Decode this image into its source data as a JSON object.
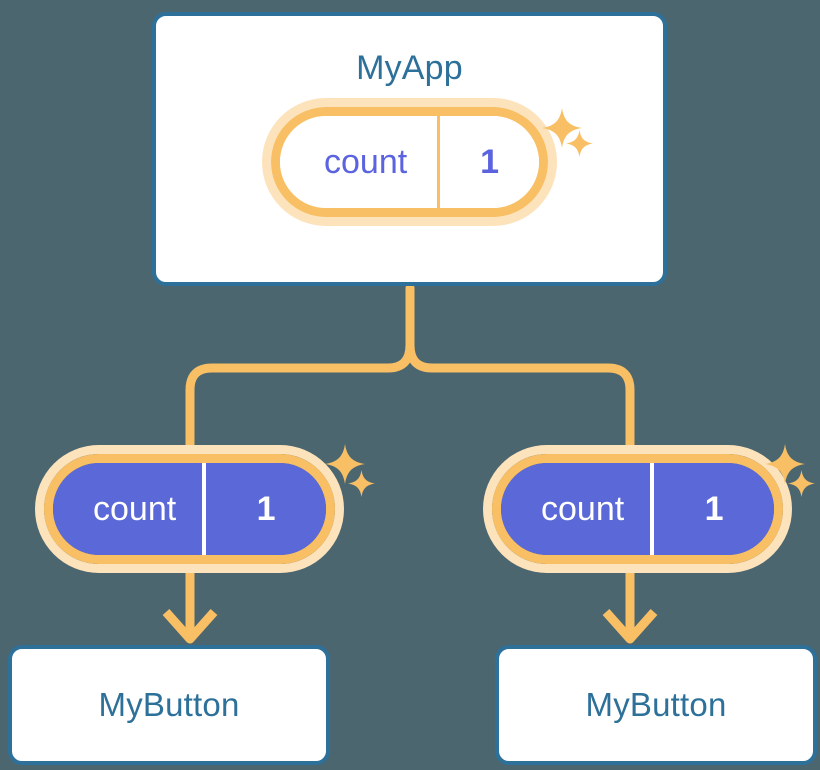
{
  "background_color": "#4c6670",
  "palette": {
    "card_border_blue": "#2d7099",
    "title_blue": "#2d7099",
    "pill_ring_orange": "#f8bf64",
    "pill_glow_orange": "#fde3bb",
    "pill_fill_purple": "#5b68d8",
    "pill_text_purple": "#5b63e0",
    "wire_orange": "#f8bf64",
    "card_fill_white": "#ffffff"
  },
  "diagram": {
    "type": "component-state-tree",
    "root": {
      "title": "MyApp",
      "state_pill": {
        "key": "count",
        "value": "1",
        "style": "light",
        "sparkles": 2
      }
    },
    "children": [
      {
        "id": "left",
        "state_pill": {
          "key": "count",
          "value": "1",
          "style": "solid",
          "sparkles": 2
        },
        "card": {
          "title": "MyButton"
        }
      },
      {
        "id": "right",
        "state_pill": {
          "key": "count",
          "value": "1",
          "style": "solid",
          "sparkles": 2
        },
        "card": {
          "title": "MyButton"
        }
      }
    ],
    "connectors": [
      {
        "name": "root-to-branch-trunk",
        "from": "MyApp card bottom",
        "to": "branch junction",
        "color": "#f8bf64"
      },
      {
        "name": "branch-to-left-pill",
        "from": "branch junction",
        "to": "left count pill",
        "color": "#f8bf64"
      },
      {
        "name": "branch-to-right-pill",
        "from": "branch junction",
        "to": "right count pill",
        "color": "#f8bf64"
      },
      {
        "name": "left-pill-to-left-button",
        "from": "left count pill",
        "to": "left MyButton card",
        "arrowhead": true,
        "color": "#f8bf64"
      },
      {
        "name": "right-pill-to-right-button",
        "from": "right count pill",
        "to": "right MyButton card",
        "arrowhead": true,
        "color": "#f8bf64"
      }
    ]
  }
}
